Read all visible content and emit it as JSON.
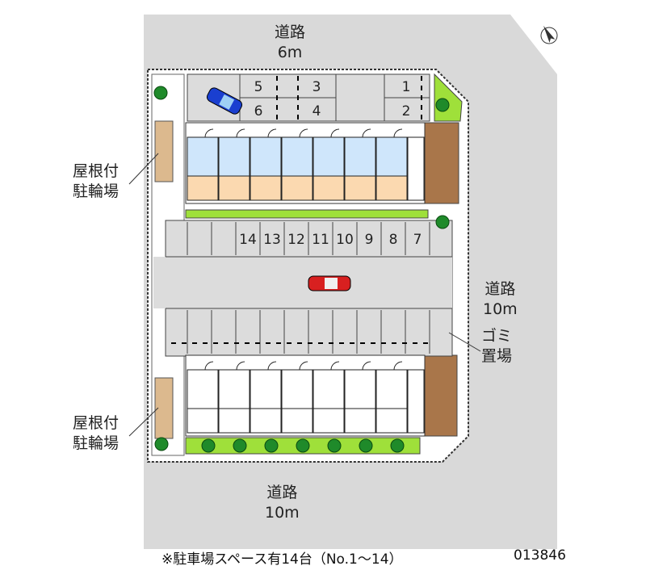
{
  "roads": {
    "north": {
      "name": "道路",
      "width": "6m"
    },
    "east": {
      "name": "道路",
      "width": "10m"
    },
    "south": {
      "name": "道路",
      "width": "10m"
    }
  },
  "facilities": {
    "bike_parking_label_1": "屋根付",
    "bike_parking_label_2": "駐輪場",
    "garbage_label_1": "ゴミ",
    "garbage_label_2": "置場"
  },
  "parking": {
    "top_row_a": [
      "5",
      "3",
      "1"
    ],
    "top_row_b": [
      "6",
      "4",
      "2"
    ],
    "middle_row": [
      "14",
      "13",
      "12",
      "11",
      "10",
      "9",
      "8",
      "7"
    ]
  },
  "building_units_per_row": 7,
  "footer": {
    "note": "※駐車場スペース有14台（No.1〜14）",
    "code": "013846"
  },
  "colors": {
    "road": "#d9d9d9",
    "upper_top": "#cfe6fb",
    "upper_bottom": "#fbd9b0",
    "green": "#9fe03a",
    "tree": "#1f8a2a",
    "car_blue": "#1a3fd0",
    "car_red": "#d82020"
  },
  "icons": [
    "compass-icon",
    "car-icon",
    "tree-icon"
  ]
}
